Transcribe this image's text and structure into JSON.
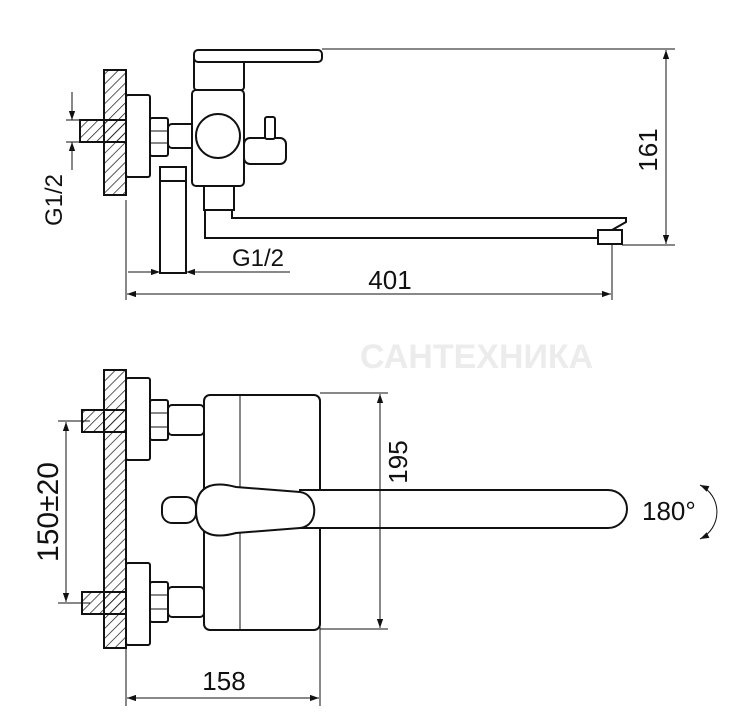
{
  "dimensions": {
    "overall_length": "401",
    "height": "161",
    "inlet_thread": "G1/2",
    "outlet_thread": "G1/2",
    "spout_length": "195",
    "centre_spacing": "150±20",
    "projection": "158",
    "swivel_angle": "180°"
  },
  "colors": {
    "line": "#111111",
    "background": "#ffffff"
  }
}
